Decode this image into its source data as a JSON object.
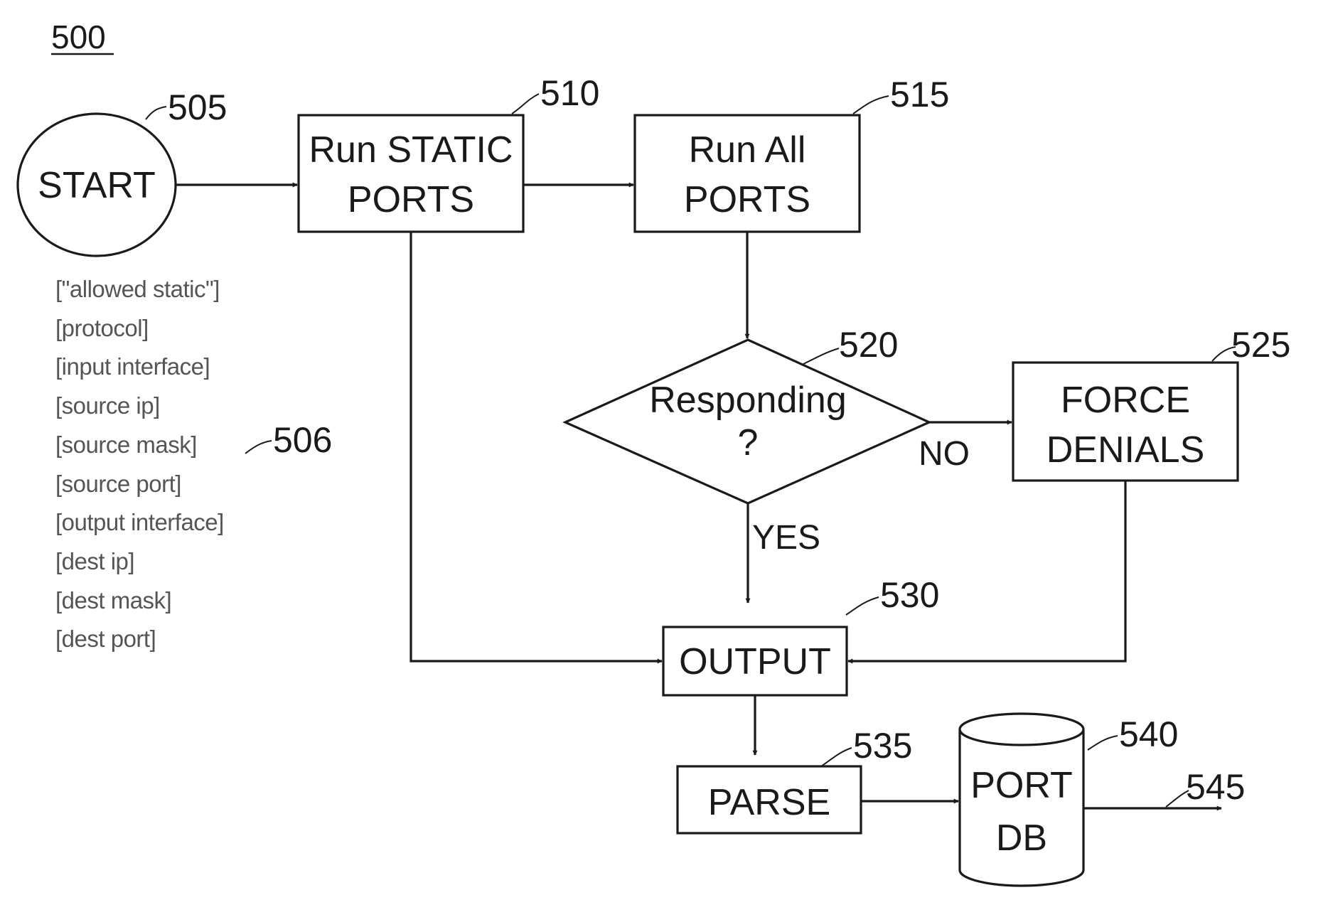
{
  "figure": {
    "number": "500"
  },
  "nodes": {
    "start": {
      "ref": "505",
      "line1": "START"
    },
    "static": {
      "ref": "510",
      "line1": "Run STATIC",
      "line2": "PORTS"
    },
    "all": {
      "ref": "515",
      "line1": "Run All",
      "line2": "PORTS"
    },
    "decision": {
      "ref": "520",
      "line1": "Responding",
      "line2": "?"
    },
    "force": {
      "ref": "525",
      "line1": "FORCE",
      "line2": "DENIALS"
    },
    "output": {
      "ref": "530",
      "line1": "OUTPUT"
    },
    "parse": {
      "ref": "535",
      "line1": "PARSE"
    },
    "db": {
      "ref": "540",
      "line1": "PORT",
      "line2": "DB"
    }
  },
  "edges": {
    "no": "NO",
    "yes": "YES",
    "out_ref": "545"
  },
  "params": {
    "ref": "506",
    "items": [
      "[\"allowed static\"]",
      "[protocol]",
      "[input interface]",
      "[source ip]",
      "[source mask]",
      "[source port]",
      "[output interface]",
      "[dest ip]",
      "[dest mask]",
      "[dest port]"
    ]
  }
}
